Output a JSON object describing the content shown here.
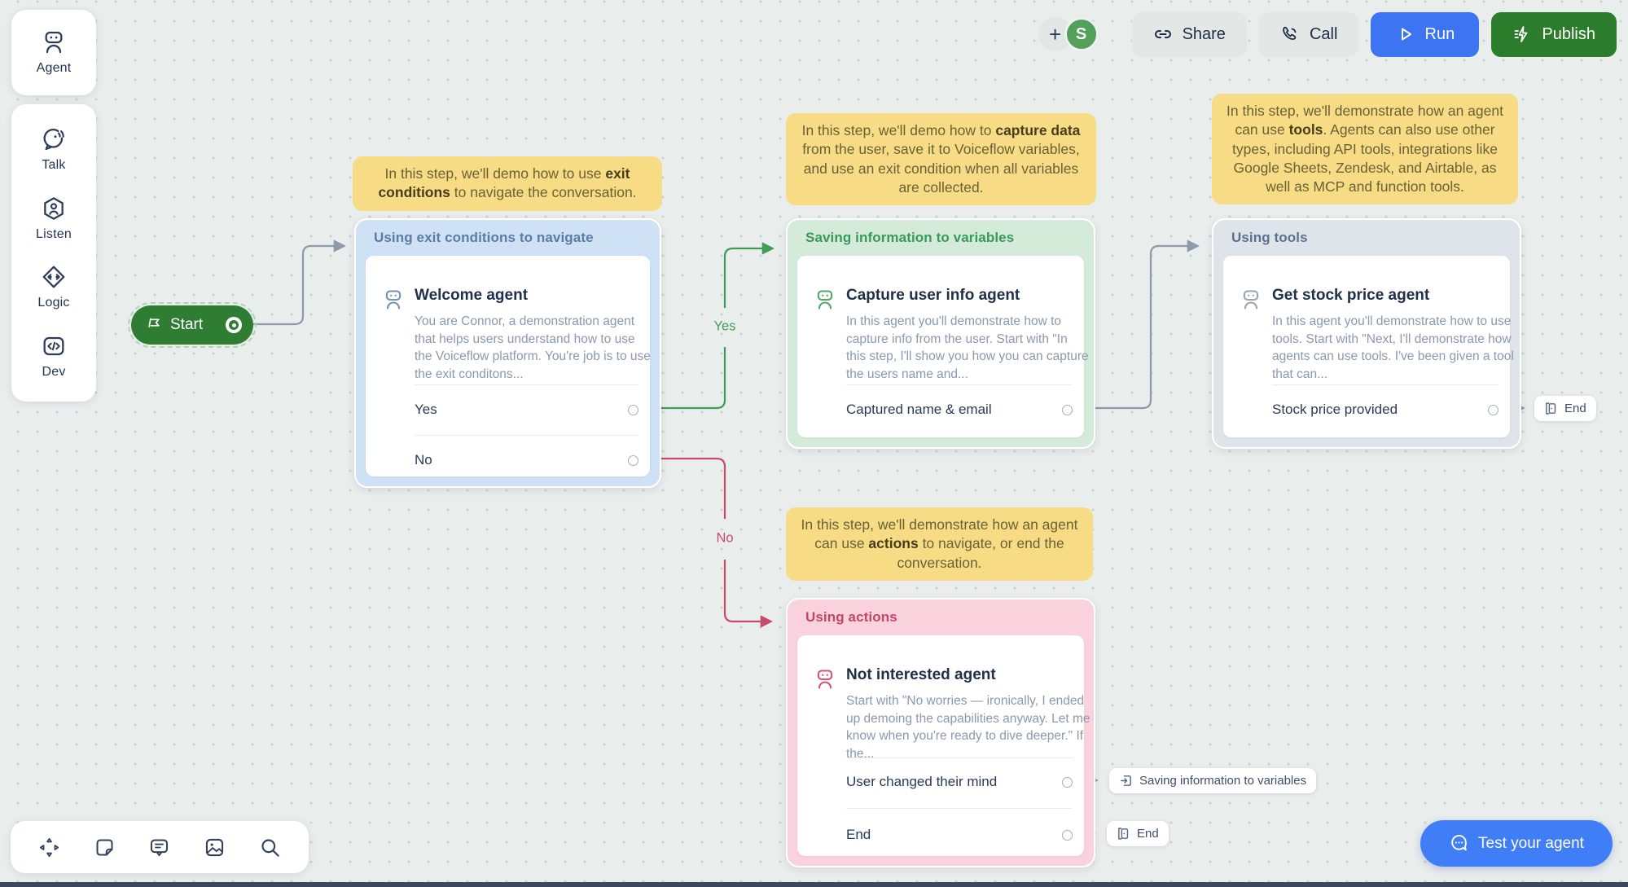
{
  "sidebar": {
    "agent": {
      "label": "Agent"
    },
    "items": [
      {
        "label": "Talk"
      },
      {
        "label": "Listen"
      },
      {
        "label": "Logic"
      },
      {
        "label": "Dev"
      }
    ]
  },
  "topbar": {
    "plus_label": "+",
    "avatar_initial": "S",
    "share_label": "Share",
    "call_label": "Call",
    "run_label": "Run",
    "publish_label": "Publish"
  },
  "canvas": {
    "start_label": "Start",
    "edge_labels": {
      "yes": "Yes",
      "no": "No"
    },
    "notes": [
      {
        "pre": "In this step, we'll demo how to use ",
        "bold": "exit conditions",
        "post": " to navigate the conversation."
      },
      {
        "pre": "In this step, we'll demo how to ",
        "bold": "capture data",
        "post": " from the user, save it to Voiceflow variables, and use an exit condition when all variables are collected."
      },
      {
        "pre": "In this step, we'll demonstrate how an agent can use ",
        "bold": "tools",
        "post": ". Agents can also use other types, including API tools, integrations like Google Sheets, Zendesk, and Airtable, as well as MCP and function tools."
      },
      {
        "pre": "In this step, we'll demonstrate how an agent can use ",
        "bold": "actions",
        "post": " to navigate, or end the conversation."
      }
    ],
    "cards": [
      {
        "header": "Using exit conditions to navigate",
        "title": "Welcome agent",
        "desc": "You are Connor, a demonstration agent that helps users understand how to use the Voiceflow platform. You're job is to use the exit conditons...",
        "ports": [
          "Yes",
          "No"
        ]
      },
      {
        "header": "Saving information to variables",
        "title": "Capture user info agent",
        "desc": "In this agent you'll demonstrate how to capture info from the user. Start with \"In this step, I'll show you how you can capture the users name and...",
        "ports": [
          "Captured name & email"
        ]
      },
      {
        "header": "Using tools",
        "title": "Get stock price agent",
        "desc": "In this agent you'll demonstrate how to use tools. Start with \"Next, I'll demonstrate how agents can use tools. I've been given a tool that can...",
        "ports": [
          "Stock price provided"
        ]
      },
      {
        "header": "Using actions",
        "title": "Not interested agent",
        "desc": "Start with \"No worries — ironically, I ended up demoing the capabilities anyway. Let me know when you're ready to dive deeper.\" If the...",
        "ports": [
          "User changed their mind",
          "End"
        ]
      }
    ],
    "pills": {
      "end_tools": "End",
      "goto_saving": "Saving information to variables",
      "end_actions": "End"
    }
  },
  "bottom": {
    "test_button_label": "Test your agent"
  },
  "colors": {
    "canvas_bg": "#e9edec",
    "note_bg": "#f8dc85",
    "card_blue": "#cfe1f5",
    "card_green": "#d5ebda",
    "card_gray": "#dfe3ea",
    "card_pink": "#f9d2dd",
    "start_green": "#2e7d33",
    "run_blue": "#3c74f1",
    "publish_green": "#2b7d2c",
    "test_blue": "#3f7ef7",
    "edge_gray": "#8e9aa9",
    "edge_green": "#3f9d58",
    "edge_red": "#c84a6c"
  }
}
